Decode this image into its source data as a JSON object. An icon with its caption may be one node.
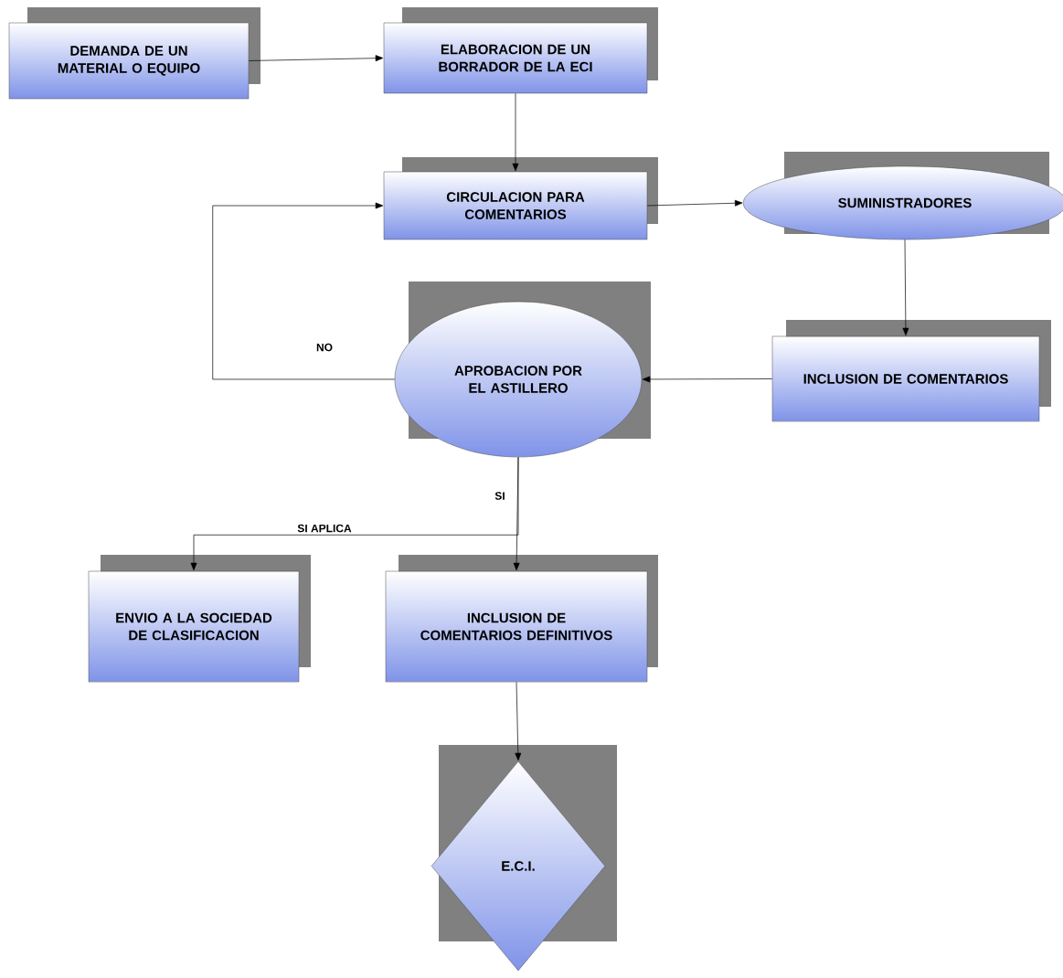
{
  "diagram": {
    "nodes": [
      {
        "text": [
          "DEMANDA DE UN MATERIAL O EQUIPO"
        ]
      },
      {
        "text": [
          "ELABORACION DE UN BORRADOR DE LA ECI"
        ]
      },
      {
        "text": [
          "CIRCULACION PARA COMENTARIOS"
        ]
      },
      {
        "text": [
          "SUMINISTRADORES"
        ]
      },
      {
        "text": [
          "APROBACION POR EL ASTILLERO"
        ]
      },
      {
        "text": [
          "INCLUSION DE COMENTARIOS"
        ]
      },
      {
        "text": [
          "ENVIO A LA SOCIEDAD DE CLASIFICACION"
        ]
      },
      {
        "text": [
          "INCLUSION DE COMENTARIOS DEFINITIVOS"
        ]
      },
      {
        "text": [
          "E.C.I."
        ]
      }
    ],
    "edges": [
      {
        "from": 0,
        "to": 1,
        "arrow": "to"
      },
      {
        "from": 1,
        "to": 2,
        "arrow": "to"
      },
      {
        "from": 2,
        "to": 3,
        "arrow": "to"
      },
      {
        "from": 3,
        "to": 5,
        "arrow": "to"
      },
      {
        "from": 5,
        "to": 4,
        "arrow": "to"
      },
      {
        "from": 4,
        "to": 2,
        "arrow": "to",
        "label": "NO"
      },
      {
        "from": 4,
        "to": 7,
        "arrow": "to",
        "label": "SI"
      },
      {
        "from": 4,
        "to": 6,
        "arrow": "to",
        "label": "SI APLICA"
      },
      {
        "from": 7,
        "to": 8,
        "arrow": "to"
      }
    ]
  }
}
